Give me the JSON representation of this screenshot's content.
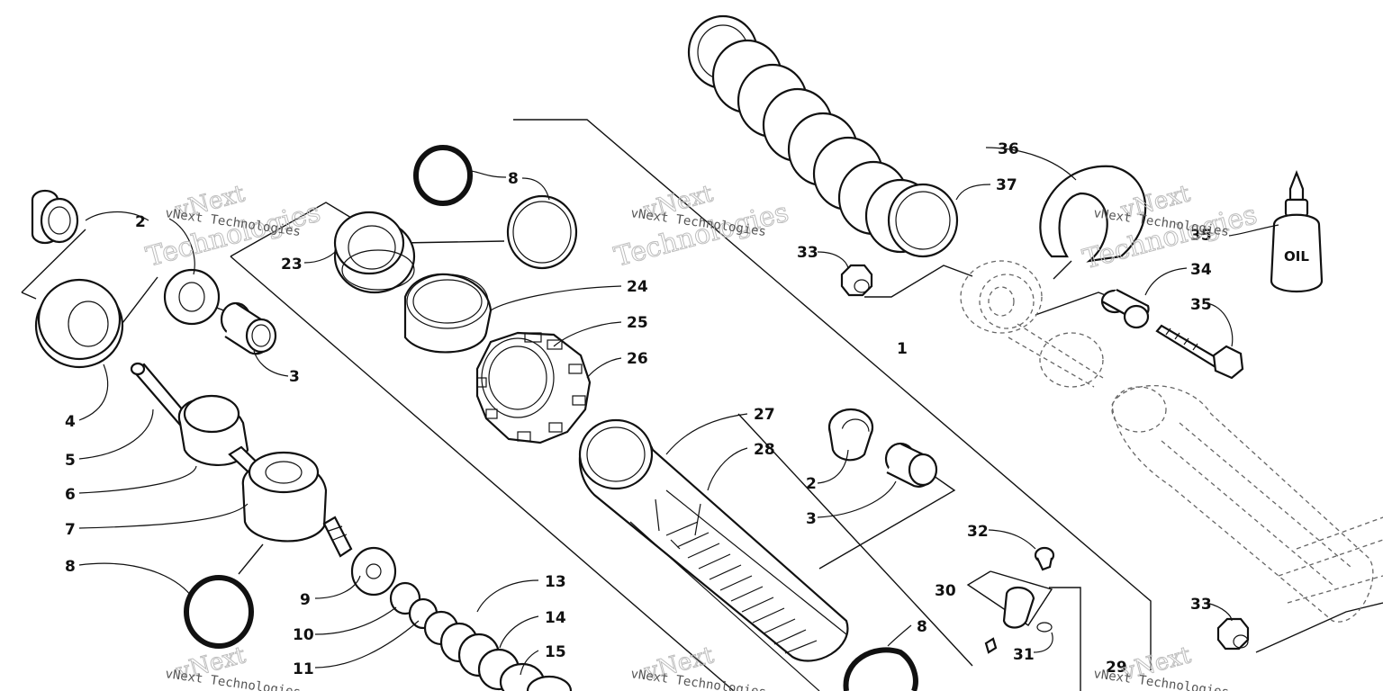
{
  "watermark": {
    "big_top": "vNext",
    "big_bottom": "Technologies",
    "small": "vNext Technologies"
  },
  "oil_label": "OIL",
  "callouts": {
    "c1": "1",
    "c2a": "2",
    "c2b": "2",
    "c3a": "3",
    "c3b": "3",
    "c4": "4",
    "c5": "5",
    "c6": "6",
    "c7": "7",
    "c8a": "8",
    "c8b": "8",
    "c8c": "8",
    "c9": "9",
    "c10": "10",
    "c11": "11",
    "c13": "13",
    "c14": "14",
    "c15": "15",
    "c23": "23",
    "c24": "24",
    "c25": "25",
    "c26": "26",
    "c27": "27",
    "c28": "28",
    "c29": "29",
    "c30": "30",
    "c31": "31",
    "c32": "32",
    "c33a": "33",
    "c33b": "33",
    "c34": "34",
    "c35a": "35",
    "c35b": "35",
    "c36": "36",
    "c37": "37"
  }
}
